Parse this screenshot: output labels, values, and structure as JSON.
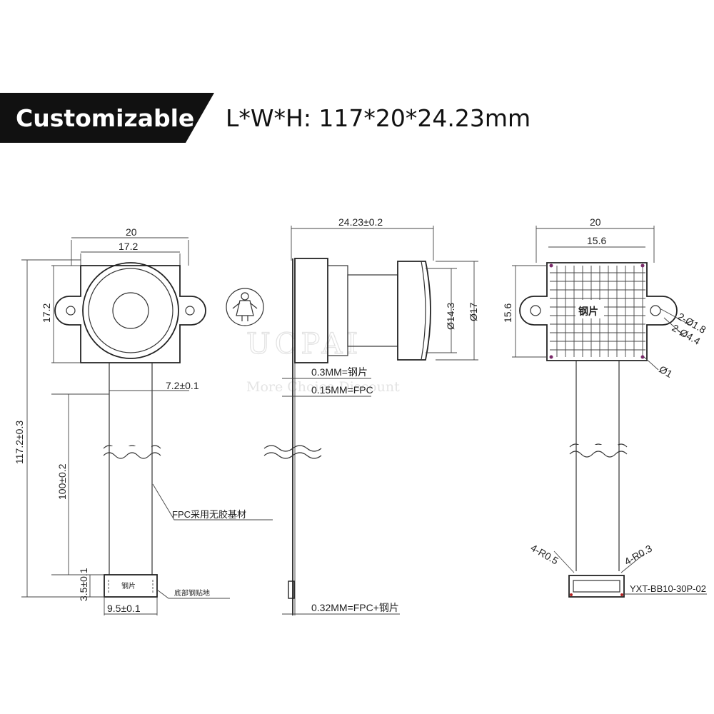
{
  "header": {
    "badge": "Customizable",
    "spec": "L*W*H:  117*20*24.23mm"
  },
  "watermark": {
    "brand": "UCPAI",
    "tagline": "More Choice Discount"
  },
  "front_view": {
    "dim_width": "20",
    "dim_inner_width": "17.2",
    "dim_left_height": "17.2",
    "dim_total_length": "117.2±0.3",
    "dim_fpc_width": "7.2±0.1",
    "dim_fpc_length": "100±0.2",
    "fpc_note": "FPC采用无胶基材",
    "pad_height": "3.5±0.1",
    "pad_width": "9.5±0.1",
    "pad_label": "钢片",
    "pad_note": "底部钢贴地"
  },
  "side_view": {
    "dim_depth": "24.23±0.2",
    "dim_d1": "Ø14.3",
    "dim_d2": "Ø17",
    "note_steel": "0.3MM=钢片",
    "note_fpc": "0.15MM=FPC",
    "note_total": "0.32MM=FPC+钢片"
  },
  "back_view": {
    "dim_width": "20",
    "dim_inner": "15.6",
    "dim_height": "15.6",
    "plate_label": "钢片",
    "hole_1": "2-Ø1.8",
    "hole_2": "2-Ø4.4",
    "hole_3": "Ø1",
    "radius_1": "4-R0.5",
    "radius_2": "4-R0.3",
    "connector": "YXT-BB10-30P-02"
  }
}
